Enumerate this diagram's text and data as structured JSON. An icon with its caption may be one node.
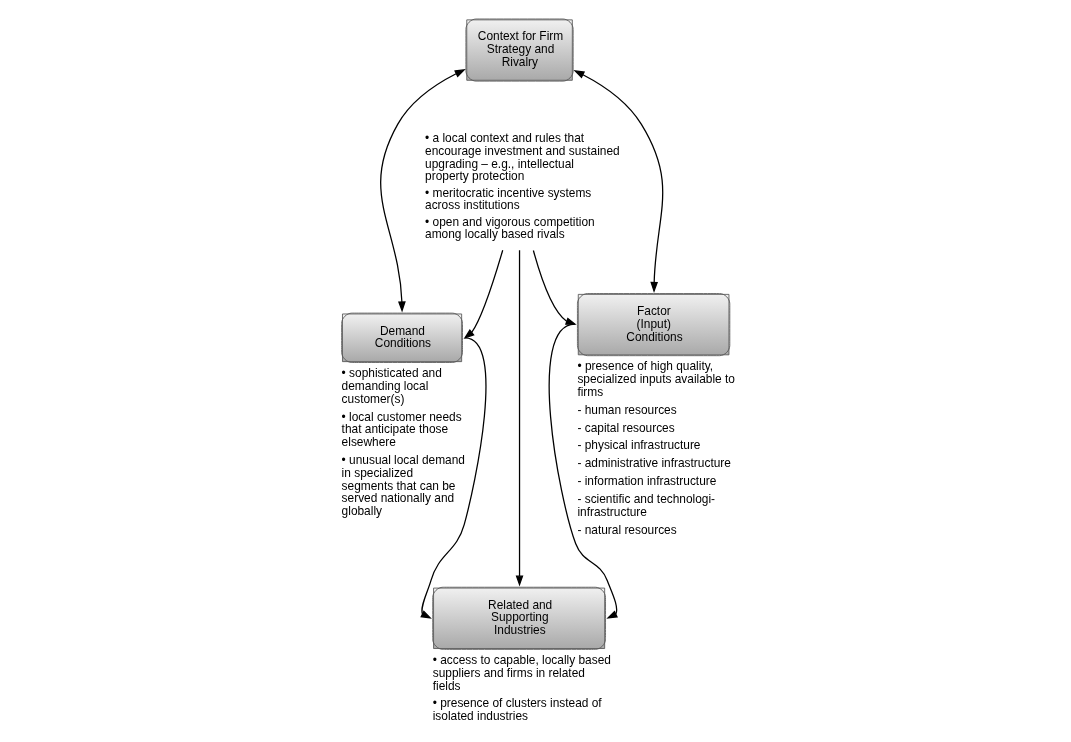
{
  "diagram": {
    "nodes": [
      {
        "text": [
          "Context for Firm Strategy and Rivalry"
        ]
      },
      {
        "text": [
          "Factor (Input) Conditions"
        ],
        "beside": [
          "• presence of high quality, specialized inputs available to firms",
          "- human resources",
          "- capital resources",
          "- physical infrastructure",
          "- administrative infrastructure",
          "- information infrastructure",
          "- scientific and technologi- infrastructure",
          "- natural resources"
        ]
      },
      {
        "text": [
          "Demand Conditions"
        ],
        "beside": [
          "• sophisticated and demanding local customer(s)",
          "• local customer needs that anticipate those elsewhere",
          "• unusual local demand in specialized segments that can be served nationally and globally"
        ]
      },
      {
        "text": [
          "Related and Supporting Industries"
        ],
        "beside": [
          "• access to capable, locally based suppliers and firms in related fields",
          "• presence of clusters instead of isolated industries"
        ]
      },
      {
        "text": [
          "• a local context and rules that encourage investment and sustained upgrading – e.g., intellectual property protection",
          "• meritocratic incentive systems across institutions",
          "• open and vigorous competition among locally based rivals"
        ]
      }
    ],
    "edges": [
      {
        "from": 0,
        "to": 1,
        "arrow": "both"
      },
      {
        "from": 0,
        "to": 2,
        "arrow": "both"
      },
      {
        "from": 4,
        "to": 1,
        "arrow": "to"
      },
      {
        "from": 4,
        "to": 2,
        "arrow": "to"
      },
      {
        "from": 4,
        "to": 3,
        "arrow": "to"
      },
      {
        "from": 1,
        "to": 3,
        "arrow": "to"
      },
      {
        "from": 2,
        "to": 3,
        "arrow": "to"
      }
    ]
  }
}
